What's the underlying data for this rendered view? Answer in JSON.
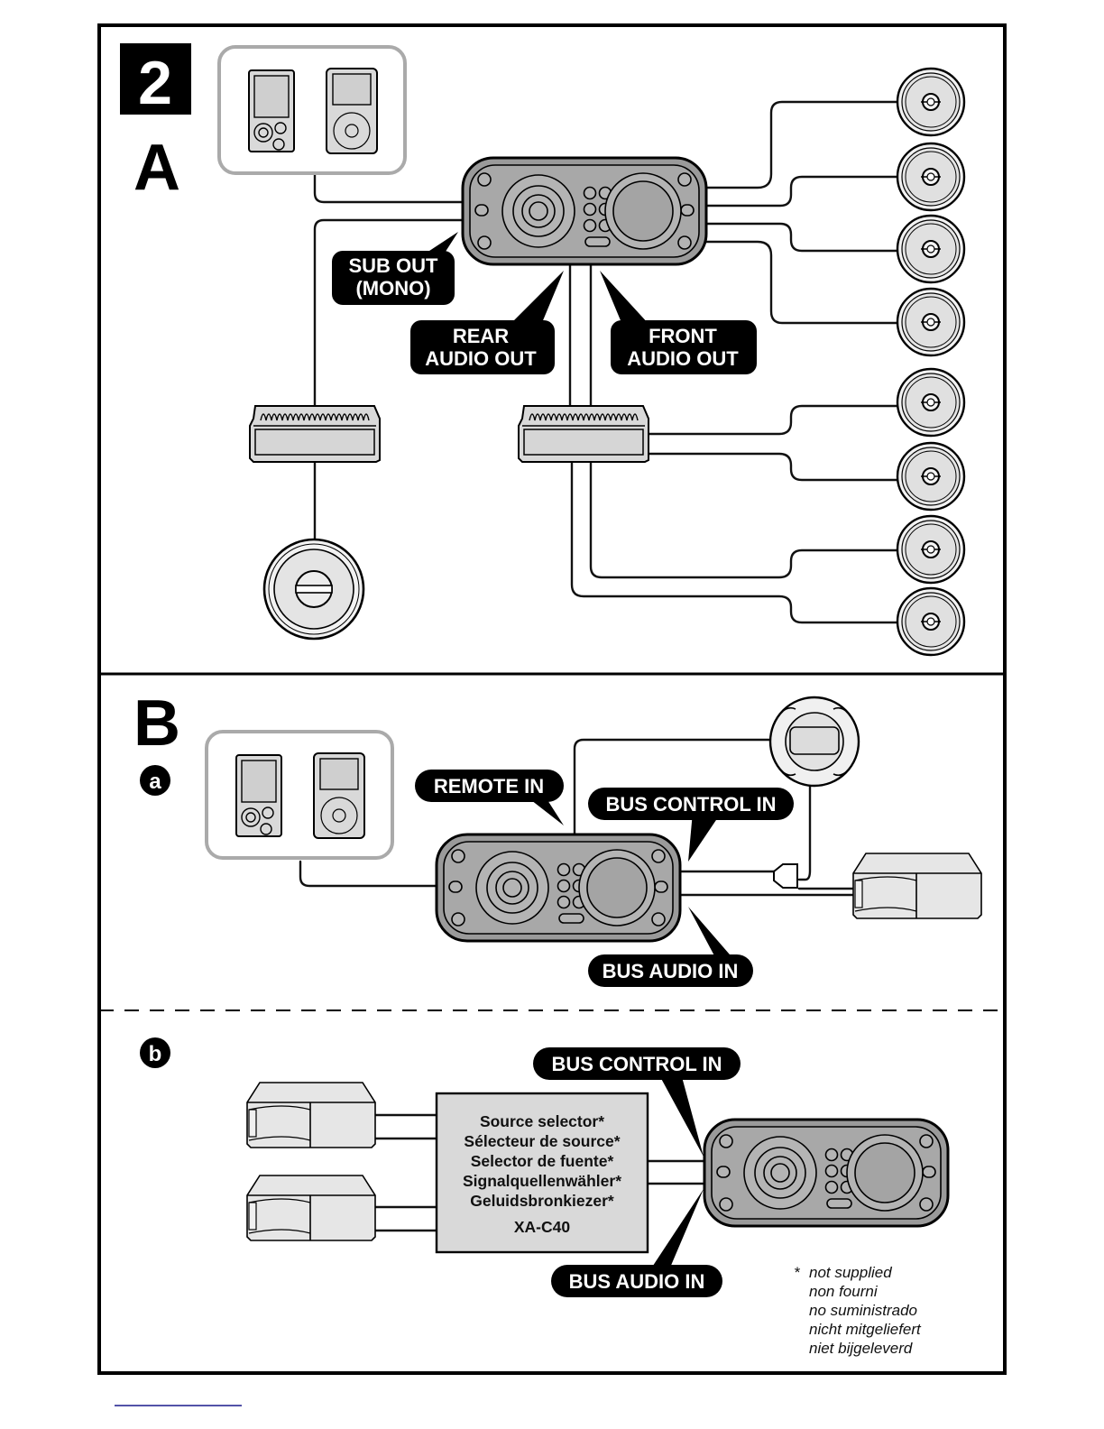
{
  "page": {
    "step_number": "2",
    "footnote_marker": "*"
  },
  "section_a": {
    "letter": "A",
    "labels": {
      "sub_out_line1": "SUB OUT",
      "sub_out_line2": "(MONO)",
      "rear_line1": "REAR",
      "rear_line2": "AUDIO OUT",
      "front_line1": "FRONT",
      "front_line2": "AUDIO OUT"
    },
    "speaker_count": 8,
    "amplifier_count": 2,
    "subwoofer_count": 1
  },
  "section_b": {
    "letter": "B",
    "sub_a": {
      "marker": "a",
      "labels": {
        "remote_in": "REMOTE IN",
        "bus_control_in": "BUS CONTROL IN",
        "bus_audio_in": "BUS AUDIO IN"
      }
    },
    "sub_b": {
      "marker": "b",
      "labels": {
        "bus_control_in": "BUS CONTROL IN",
        "bus_audio_in": "BUS AUDIO IN"
      },
      "source_selector": {
        "lines": [
          "Source selector*",
          "Sélecteur de source*",
          "Selector de fuente*",
          "Signalquellenwähler*",
          "Geluidsbronkiezer*"
        ],
        "model": "XA-C40"
      },
      "footnote": {
        "lines": [
          "not supplied",
          "non fourni",
          "no suministrado",
          "nicht mitgeliefert",
          "niet bijgeleverd"
        ]
      }
    }
  },
  "colors": {
    "ink": "#000000",
    "panel_gray": "#9a9a9a",
    "paper": "#ffffff",
    "footer_rule": "#1a1a8c"
  }
}
